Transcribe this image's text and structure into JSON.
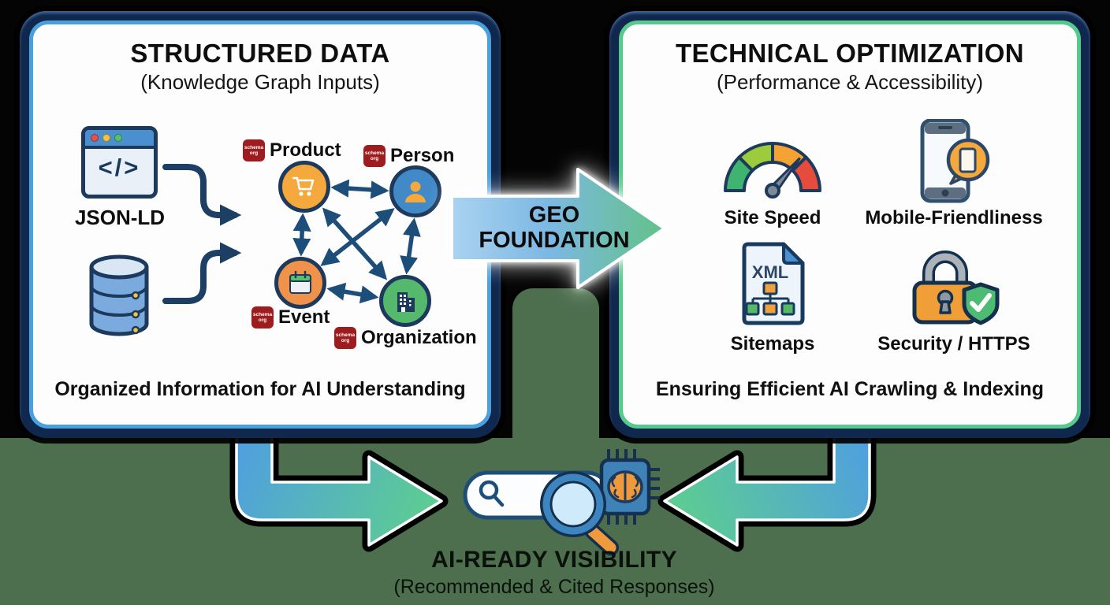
{
  "left_panel": {
    "title": "STRUCTURED DATA",
    "subtitle": "(Knowledge Graph Inputs)",
    "source_label": "JSON-LD",
    "code_glyph": "</>",
    "badge_text": "schema org",
    "nodes": [
      {
        "label": "Product",
        "icon": "shopping-cart",
        "color": "#f5a83c"
      },
      {
        "label": "Person",
        "icon": "person",
        "color": "#4189c7"
      },
      {
        "label": "Event",
        "icon": "calendar",
        "color": "#f0924a"
      },
      {
        "label": "Organization",
        "icon": "building",
        "color": "#54b96d"
      }
    ],
    "caption": "Organized Information for AI Understanding"
  },
  "center_arrow": {
    "line1": "GEO",
    "line2": "FOUNDATION"
  },
  "right_panel": {
    "title": "TECHNICAL OPTIMIZATION",
    "subtitle": "(Performance & Accessibility)",
    "items": [
      {
        "label": "Site Speed",
        "icon": "speed-gauge"
      },
      {
        "label": "Mobile-Friendliness",
        "icon": "smartphone-chat"
      },
      {
        "label": "Sitemaps",
        "icon": "xml-document",
        "doc_text": "XML"
      },
      {
        "label": "Security / HTTPS",
        "icon": "padlock-shield"
      }
    ],
    "caption": "Ensuring Efficient AI Crawling & Indexing"
  },
  "bottom": {
    "title": "AI-READY VISIBILITY",
    "subtitle": "(Recommended & Cited Responses)"
  },
  "colors": {
    "background_green": "#4d6f4e",
    "top_background": "#040404",
    "frame_navy": "#10284e",
    "panel_border_blue": "#4aa0dc",
    "panel_border_green": "#57c98c",
    "arrow_blue": "#58a8e8",
    "arrow_green": "#5ecf8e",
    "edge_navy": "#1d4e79",
    "badge_red": "#9e1b1e"
  }
}
